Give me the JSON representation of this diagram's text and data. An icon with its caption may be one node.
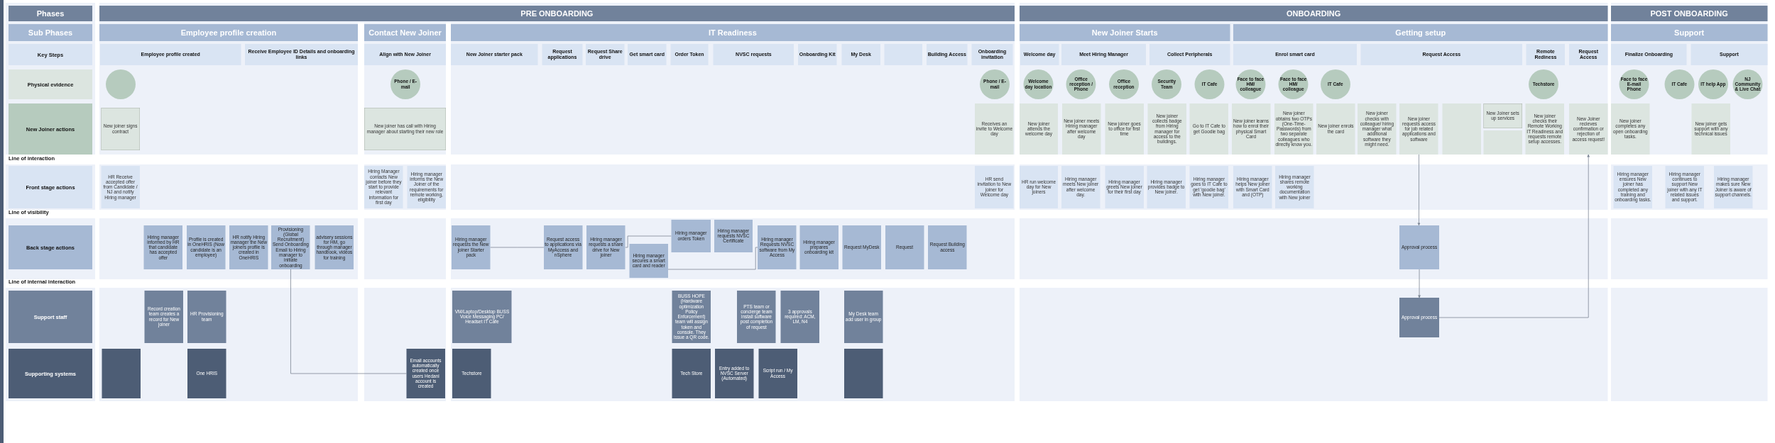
{
  "diagram": {
    "nodes": [
      {
        "text": [
          "Phases"
        ]
      },
      {
        "text": [
          "Sub Phases"
        ]
      },
      {
        "text": [
          "Key Steps"
        ]
      },
      {
        "text": [
          "Physical evidence"
        ]
      },
      {
        "text": [
          "New Joiner actions"
        ]
      },
      {
        "text": [
          "Front stage actions"
        ]
      },
      {
        "text": [
          "Back stage actions"
        ]
      },
      {
        "text": [
          "Support staff"
        ]
      },
      {
        "text": [
          "Supporting systems"
        ]
      },
      {
        "text": [
          "PRE ONBOARDING"
        ]
      },
      {
        "text": [
          "ONBOARDING"
        ]
      },
      {
        "text": [
          "POST ONBOARDING"
        ]
      },
      {
        "text": [
          "Employee profile creation"
        ]
      },
      {
        "text": [
          "Contact New Joiner"
        ]
      },
      {
        "text": [
          "IT Readiness"
        ]
      },
      {
        "text": [
          "New Joiner Starts"
        ]
      },
      {
        "text": [
          "Getting setup"
        ]
      },
      {
        "text": [
          "Support"
        ]
      },
      {
        "text": [
          "Employee profile created"
        ]
      },
      {
        "text": [
          "Receive Employee ID Details and onboarding links"
        ]
      },
      {
        "text": [
          "Align with New Joiner"
        ]
      },
      {
        "text": [
          "New Joiner starter pack"
        ]
      },
      {
        "text": [
          "Request applications"
        ]
      },
      {
        "text": [
          "Request Share drive"
        ]
      },
      {
        "text": [
          "Get smart card"
        ]
      },
      {
        "text": [
          "Order Token"
        ]
      },
      {
        "text": [
          "NVSC requests"
        ]
      },
      {
        "text": [
          "Onboarding Kit"
        ]
      },
      {
        "text": [
          "My Desk"
        ]
      },
      {
        "text": [],
        "shape": "box"
      },
      {
        "text": [
          "Building Access"
        ]
      },
      {
        "text": [
          "Onboarding invitation"
        ]
      },
      {
        "text": [
          "Welcome day"
        ]
      },
      {
        "text": [
          "Meet Hiring Manager"
        ]
      },
      {
        "text": [
          "Collect Peripherals"
        ]
      },
      {
        "text": [
          "Enrol smart card"
        ]
      },
      {
        "text": [
          "Request Access"
        ]
      },
      {
        "text": [
          "Remote Rediness"
        ]
      },
      {
        "text": [
          "Request Access"
        ]
      },
      {
        "text": [
          "Finalize Onboarding"
        ]
      },
      {
        "text": [
          "Support"
        ]
      },
      {
        "text": [],
        "shape": "circle"
      },
      {
        "text": [
          "Phone / E-mail"
        ]
      },
      {
        "text": [
          "Phone / E-mail"
        ]
      },
      {
        "text": [
          "Welcome day location"
        ]
      },
      {
        "text": [
          "Office reception / Phone"
        ]
      },
      {
        "text": [
          "Office reception"
        ]
      },
      {
        "text": [
          "Security Team"
        ]
      },
      {
        "text": [
          "IT Cafe"
        ]
      },
      {
        "text": [
          "Face to face HM/ colleague"
        ]
      },
      {
        "text": [
          "Face to face HM/ colleague"
        ]
      },
      {
        "text": [
          "IT Cafe"
        ]
      },
      {
        "text": [
          "Techstore"
        ]
      },
      {
        "text": [
          "Face to face E-mail Phone"
        ]
      },
      {
        "text": [
          "IT Cafe"
        ]
      },
      {
        "text": [
          "IT help App"
        ]
      },
      {
        "text": [
          "NJ Community & Live Chat"
        ]
      },
      {
        "text": [
          "New joiner signs contract"
        ]
      },
      {
        "text": [
          "New joiner has call with Hiring manager about starting their new role"
        ]
      },
      {
        "text": [
          "Receives an invite to Welcome day"
        ]
      },
      {
        "text": [
          "New joiner attends the welcome day"
        ]
      },
      {
        "text": [
          "New joiner meets Hiring manager after welcome day"
        ]
      },
      {
        "text": [
          "New joiner goes to office for first time"
        ]
      },
      {
        "text": [
          "New joiner collects badge from Hiring manager for access to the buildings."
        ]
      },
      {
        "text": [
          "Go to IT Cafe to get Goodie bag"
        ]
      },
      {
        "text": [
          "New joiner learns how to enrol their physical Smart Card"
        ]
      },
      {
        "text": [
          "New joiner obtains two OTPs (One-Time-Passwords) from two separate colleagues who directly know you."
        ]
      },
      {
        "text": [
          "New joiner enrols the card"
        ]
      },
      {
        "text": [
          "New joiner checks with colleague/ hiring manager what additional software they might need."
        ]
      },
      {
        "text": [
          "New joiner requests access for job related applications and software"
        ]
      },
      {
        "text": [],
        "shape": "box"
      },
      {
        "text": [
          "New Joiner sets up services"
        ]
      },
      {
        "text": [],
        "shape": "box"
      },
      {
        "text": [
          "New joiner checks their Remote Working IT Readiness and requests remote setup accesses."
        ]
      },
      {
        "text": [
          "New Joiner recieves confirmation or rejection of access request!"
        ]
      },
      {
        "text": [
          "New joiner completes any open onboarding tasks."
        ]
      },
      {
        "text": [
          "New joiner gets support with any technical issues"
        ]
      },
      {
        "text": [
          "HR Receive accepted offer from Candidate / NJ and notify Hiring manager"
        ]
      },
      {
        "text": [
          "Hiring Manager contacts New joiner before they start to provide relevant information for first day"
        ]
      },
      {
        "text": [
          "Hiring manager informs the New Joiner of the requirements for remote working, eligibility"
        ]
      },
      {
        "text": [
          "HR send invitation to New joiner for Welcome day"
        ]
      },
      {
        "text": [
          "HR run welcome day for New joiners"
        ]
      },
      {
        "text": [
          "Hiring manager meets New joiner after welcome day."
        ]
      },
      {
        "text": [
          "Hiring manager greets New joiner for their first day"
        ]
      },
      {
        "text": [
          "Hiring manager provides badge to New joiner."
        ]
      },
      {
        "text": [
          "Hiring manager goes to IT Cafe to get 'goodie bag' with New joiner."
        ]
      },
      {
        "text": [
          "Hiring manager helps New joiner with Smart Card and (OTP)"
        ]
      },
      {
        "text": [
          "Hiring manager shares remote working documentation with New joiner"
        ]
      },
      {
        "text": [
          "Hiring manager ensures New joiner has completed any training and onboarding tasks."
        ]
      },
      {
        "text": [
          "Hiring manager continues to support New joiner with any IT related issues and support."
        ]
      },
      {
        "text": [
          "Hiring manager makes sure New Joiner is aware of support channels."
        ]
      },
      {
        "text": [
          "Hiring manager informed by HR that candidate has accepted offer"
        ]
      },
      {
        "text": [
          "Profile is created in OneHRIS (Now candidate is an employee)"
        ]
      },
      {
        "text": [
          "HR notify Hiring manager the New joiners profile is created in OneHRIS"
        ]
      },
      {
        "text": [
          "Provisioning (Global Recruitment) Send Onboarding Email to Hiring manager to initiate onboarding"
        ]
      },
      {
        "text": [
          "advisery sessions for HM, go through manager handbook, videos for training"
        ]
      },
      {
        "text": [
          "Hiring manager requests the New joiner Starter pack"
        ]
      },
      {
        "text": [
          "Request access to applications via MyAccess and nSphere"
        ]
      },
      {
        "text": [
          "Hiring manager requests a share drive for New joiner"
        ]
      },
      {
        "text": [
          "Hiring manager secures a smart card and reader"
        ]
      },
      {
        "text": [
          "Hiring manager orders Token"
        ]
      },
      {
        "text": [
          "Hiring manager requests NVSC Certificate"
        ]
      },
      {
        "text": [
          "Hiring manager Requests NVSC software from My Access"
        ]
      },
      {
        "text": [
          "Hiring manager prepares onboarding kit"
        ]
      },
      {
        "text": [
          "Request MyDesk"
        ]
      },
      {
        "text": [
          "Request"
        ]
      },
      {
        "text": [
          "Request Building access"
        ]
      },
      {
        "text": [
          "Approval process"
        ]
      },
      {
        "text": [
          "Record creation team creates a record for New joiner"
        ]
      },
      {
        "text": [
          "HR Provisioning team"
        ]
      },
      {
        "text": [
          "VM/Laptop/Desktop BUSS Voice Messaging PC/ Headset IT Cafe"
        ]
      },
      {
        "text": [
          "BUSS HOPE (Hardware optimization Policy Enforcement) team will assign token and console. They issue a QR code."
        ]
      },
      {
        "text": [
          "PTS team or concierge team install software post completion of request"
        ]
      },
      {
        "text": [
          "3 approvals required: ACM, LM, N4"
        ]
      },
      {
        "text": [
          "My Desk team add user in group"
        ]
      },
      {
        "text": [
          "Approval process"
        ]
      },
      {
        "text": [],
        "shape": "box"
      },
      {
        "text": [
          "One HRIS"
        ]
      },
      {
        "text": [
          "Email accounts automatically created once users Hedani account is created"
        ]
      },
      {
        "text": [
          "Techstore"
        ]
      },
      {
        "text": [
          "Tech Store"
        ]
      },
      {
        "text": [
          "Entry added to NVSC Server (Automated)"
        ]
      },
      {
        "text": [
          "Script run / My Access"
        ]
      },
      {
        "text": [],
        "shape": "box"
      }
    ],
    "edges": [
      {
        "from": 94,
        "to": 118,
        "arrow": "none"
      },
      {
        "from": 96,
        "to": 97,
        "arrow": "none"
      },
      {
        "from": 98,
        "to": 100,
        "arrow": "none"
      },
      {
        "from": 99,
        "to": 102,
        "arrow": "none"
      },
      {
        "from": 69,
        "to": 107,
        "arrow": "to"
      },
      {
        "from": 107,
        "to": 115,
        "arrow": "to"
      },
      {
        "from": 115,
        "to": 74,
        "arrow": "to"
      }
    ],
    "labels": [
      "Line of interaction",
      "Line of visibility",
      "Line of internal interaction"
    ]
  }
}
